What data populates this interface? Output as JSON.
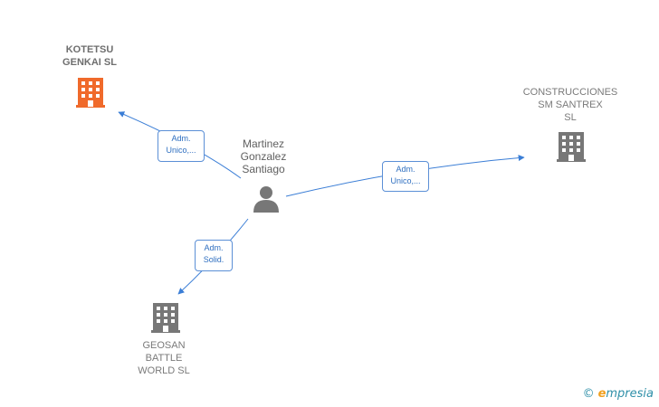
{
  "nodes": {
    "kotetsu": {
      "lines": [
        "KOTETSU",
        "GENKAI  SL"
      ],
      "icon": "building-icon",
      "color": "#f06a2b"
    },
    "construcciones": {
      "lines": [
        "CONSTRUCCIONES",
        "SM SANTREX",
        "SL"
      ],
      "icon": "building-icon",
      "color": "#777777"
    },
    "geosan": {
      "lines": [
        "GEOSAN",
        "BATTLE",
        "WORLD  SL"
      ],
      "icon": "building-icon",
      "color": "#777777"
    },
    "person": {
      "lines": [
        "Martinez",
        "Gonzalez",
        "Santiago"
      ],
      "icon": "person-icon",
      "color": "#777777"
    }
  },
  "edges": {
    "to_kotetsu": {
      "lines": [
        "Adm.",
        "Unico,..."
      ]
    },
    "to_construcciones": {
      "lines": [
        "Adm.",
        "Unico,..."
      ]
    },
    "to_geosan": {
      "lines": [
        "Adm.",
        "Solid."
      ]
    }
  },
  "colors": {
    "edge": "#3b7ed6",
    "company_highlight": "#f06a2b",
    "company": "#777777"
  },
  "watermark": {
    "copyright": "©",
    "brand_initial": "e",
    "brand_rest": "mpresia"
  }
}
